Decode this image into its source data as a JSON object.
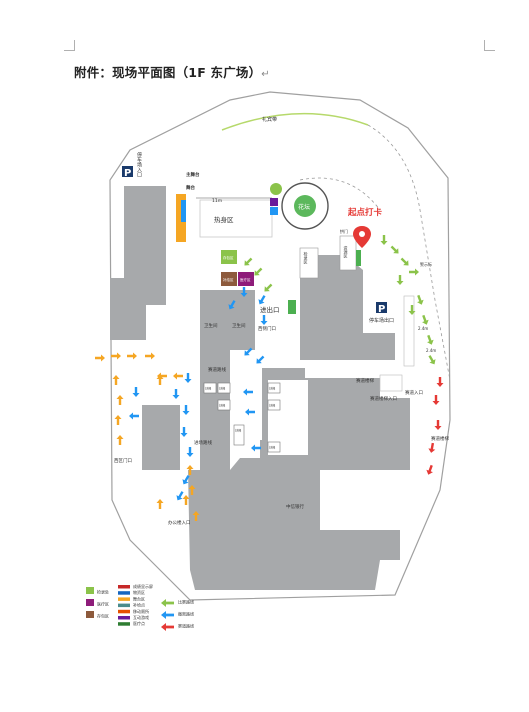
{
  "document": {
    "title": "附件：现场平面图（1F 东广场）",
    "paragraph_mark": "↵"
  },
  "map": {
    "labels": {
      "liyi_dai": "礼宾带",
      "zhuwutai": "主舞台",
      "zhuwutai_sub": "",
      "wutai": "舞台",
      "wutai_sub": "",
      "width_11m": "11m",
      "reshen_qu": "热身区",
      "huatan": "花坛",
      "start_checkin": "起点打卡",
      "mengmen": "拱门",
      "jiucan_qu": "资源区",
      "jiancha_qu": "检录区",
      "tingche_rukou": "停车场入口",
      "tingche_chukou": "停车场出口",
      "jinchukou": "进出口",
      "weishengjian_1": "卫生间",
      "weishengjian_2": "卫生间",
      "xiaoxi_menkou": "西侧门口",
      "xiqu_menkou": "西区门口",
      "saidao_luxian": "赛道路线",
      "saidao_louti": "赛道楼梯",
      "jinchang_luxian": "进场路线",
      "bangong_rukou": "办公楼入口",
      "zhongxin_yinhang": "中信银行",
      "saidao_rukou": "赛道入口",
      "saidao_louti_rukou": "赛道楼梯入口",
      "right_louti": "赛道楼梯",
      "kongzhi": "警示标",
      "dist_1": "2.4m",
      "dist_2": "2.4m"
    },
    "booths": {
      "g1": "存包区",
      "g2": "补给区",
      "g3": "医疗区"
    },
    "stair_labels": [
      "扶梯",
      "扶梯",
      "扶梯",
      "扶梯",
      "扶梯",
      "扶梯",
      "扶梯"
    ],
    "parking_icon": "parking-icon",
    "pin_icon": "location-pin-icon",
    "colors": {
      "building": "#a7a9ab",
      "route_green": "#8bc34a",
      "route_red": "#e53935",
      "route_blue": "#2196f3",
      "route_orange": "#f5a623",
      "pin": "#e53935",
      "accent_green": "#4caf50"
    }
  },
  "legend": {
    "left": [
      {
        "label": "检录处",
        "color": "#8bc34a"
      },
      {
        "label": "医疗区",
        "color": "#8e1c7a"
      },
      {
        "label": "存包区",
        "color": "#8d5a3c"
      }
    ],
    "middle": [
      {
        "label": "成绩显示屏",
        "color": "#c62828"
      },
      {
        "label": "物资区",
        "color": "#1565c0"
      },
      {
        "label": "舞台区",
        "color": "#f5a623"
      },
      {
        "label": "补给点",
        "color": "#4a8c8c"
      },
      {
        "label": "移动厕所",
        "color": "#e65100"
      },
      {
        "label": "互动游戏",
        "color": "#6a1b9a"
      },
      {
        "label": "医疗点",
        "color": "#2e7d32"
      }
    ],
    "routes": [
      {
        "label": "比赛路线",
        "color": "#8bc34a"
      },
      {
        "label": "撤离路线",
        "color": "#2196f3"
      },
      {
        "label": "赛道路线",
        "color": "#e53935"
      }
    ]
  }
}
